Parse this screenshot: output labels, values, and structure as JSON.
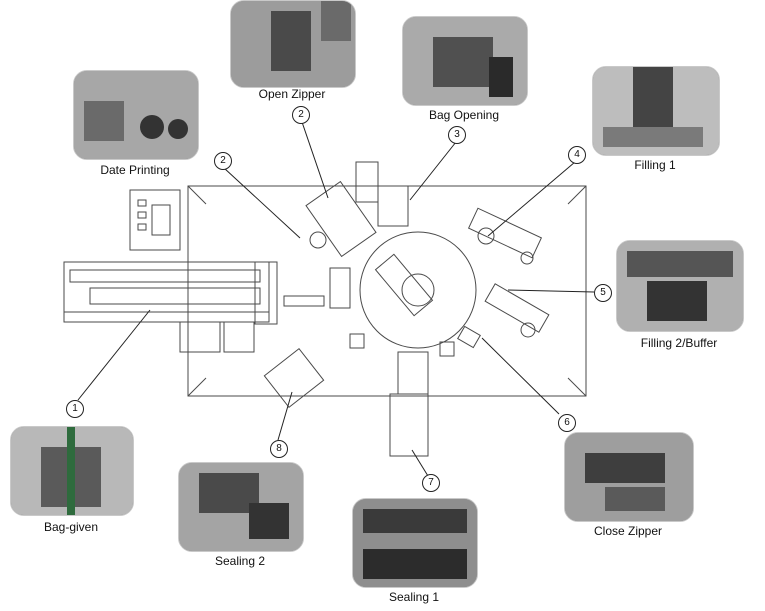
{
  "steps": [
    {
      "number": "1",
      "label": "Bag-given"
    },
    {
      "number": "2",
      "label": "Date Printing"
    },
    {
      "number": "2",
      "label": "Open Zipper"
    },
    {
      "number": "3",
      "label": "Bag Opening"
    },
    {
      "number": "4",
      "label": "Filling 1"
    },
    {
      "number": "5",
      "label": "Filling 2/Buffer"
    },
    {
      "number": "6",
      "label": "Close Zipper"
    },
    {
      "number": "7",
      "label": "Sealing 1"
    },
    {
      "number": "8",
      "label": "Sealing 2"
    }
  ],
  "colors": {
    "line": "#4a4a4a",
    "photo_dark": "#3c3c3c",
    "photo_light": "#b8b8b8"
  }
}
